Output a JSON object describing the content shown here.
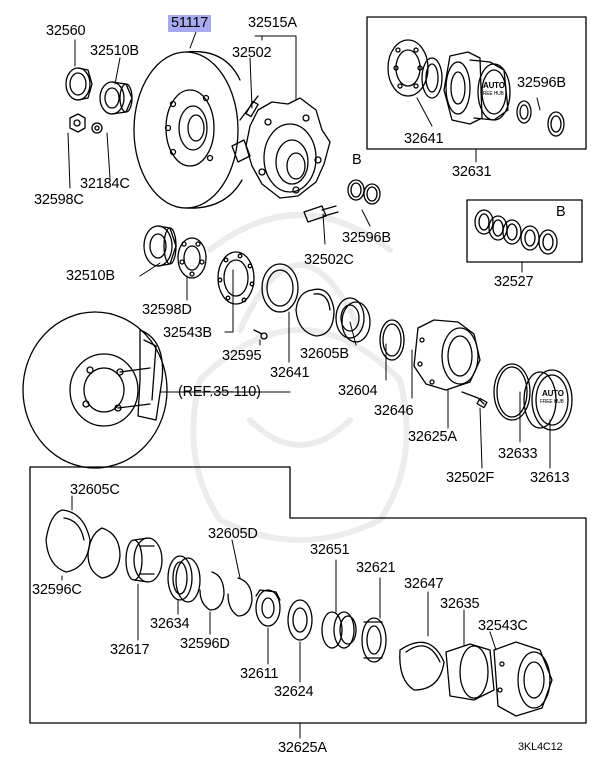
{
  "highlight_part": "51117",
  "drawing_code": "3KL4C12",
  "ref_note": "(REF.35-110)",
  "marks": {
    "b1": "B",
    "b2": "B"
  },
  "parts": {
    "p32560": "32560",
    "p32510b_top": "32510B",
    "p32515a": "32515A",
    "p32502": "32502",
    "p32184c": "32184C",
    "p32598c": "32598C",
    "p32641_top": "32641",
    "p32596b_top": "32596B",
    "p32631": "32631",
    "p32596b": "32596B",
    "p32502c": "32502C",
    "p32527": "32527",
    "p32510b": "32510B",
    "p32598d": "32598D",
    "p32543b": "32543B",
    "p32595": "32595",
    "p32641": "32641",
    "p32605b": "32605B",
    "p32604": "32604",
    "p32646": "32646",
    "p32625a_mid": "32625A",
    "p32633": "32633",
    "p32613": "32613",
    "p32502f": "32502F",
    "p32605c": "32605C",
    "p32596c": "32596C",
    "p32605d": "32605D",
    "p32651": "32651",
    "p32621": "32621",
    "p32647": "32647",
    "p32635": "32635",
    "p32543c": "32543C",
    "p32634": "32634",
    "p32617": "32617",
    "p32596d": "32596D",
    "p32611": "32611",
    "p32624": "32624",
    "p32625a_bottom": "32625A"
  },
  "hub_cap_text": {
    "line1": "AUTO",
    "line2": "FREE HUB"
  }
}
